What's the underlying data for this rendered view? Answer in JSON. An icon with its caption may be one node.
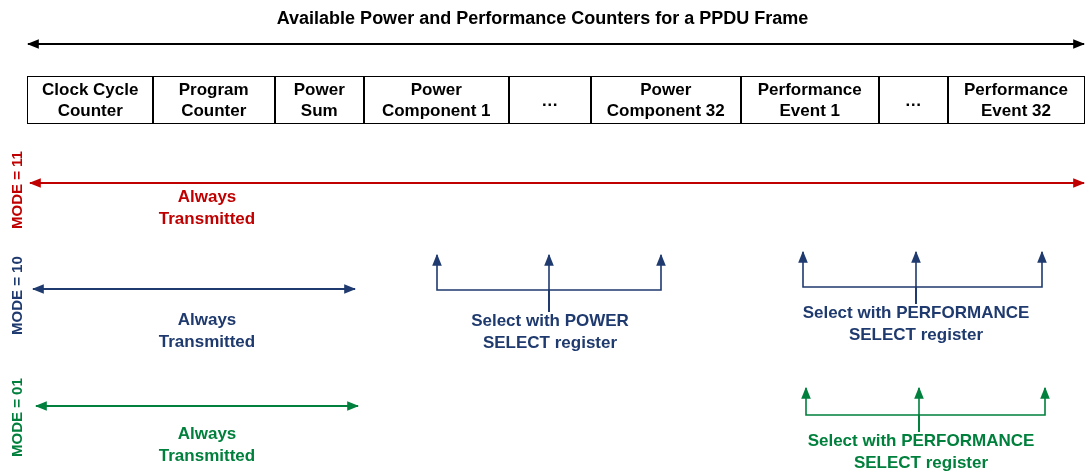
{
  "diagram": {
    "title": "Available Power and Performance Counters for a PPDU Frame",
    "nodes": [
      {
        "text": [
          "Clock Cycle Counter"
        ]
      },
      {
        "text": [
          "Program Counter"
        ]
      },
      {
        "text": [
          "Power Sum"
        ]
      },
      {
        "text": [
          "Power Component 1"
        ]
      },
      {
        "text": [
          "…"
        ]
      },
      {
        "text": [
          "Power Component 32"
        ]
      },
      {
        "text": [
          "Performance Event 1"
        ]
      },
      {
        "text": [
          "…"
        ]
      },
      {
        "text": [
          "Performance Event 32"
        ]
      },
      {
        "text": [
          "Select with POWER SELECT register"
        ]
      },
      {
        "text": [
          "Select with PERFORMANCE SELECT register"
        ]
      },
      {
        "text": [
          "Select with PERFORMANCE SELECT register"
        ]
      }
    ],
    "edges": [
      {
        "from": 9,
        "to": null,
        "arrow": "to"
      },
      {
        "from": 9,
        "to": null,
        "arrow": "to"
      },
      {
        "from": 9,
        "to": null,
        "arrow": "to"
      },
      {
        "from": 10,
        "to": null,
        "arrow": "to"
      },
      {
        "from": 10,
        "to": null,
        "arrow": "to"
      },
      {
        "from": 10,
        "to": null,
        "arrow": "to"
      },
      {
        "from": 11,
        "to": null,
        "arrow": "to",
        "color": "#00803c"
      },
      {
        "from": 11,
        "to": null,
        "arrow": "to",
        "color": "#00803c"
      },
      {
        "from": 11,
        "to": null,
        "arrow": "to",
        "color": "#00803c"
      }
    ],
    "labels": [
      "MODE = 11",
      "Always Transmitted",
      "MODE = 10",
      "Always Transmitted",
      "MODE = 01",
      "Always Transmitted"
    ]
  }
}
